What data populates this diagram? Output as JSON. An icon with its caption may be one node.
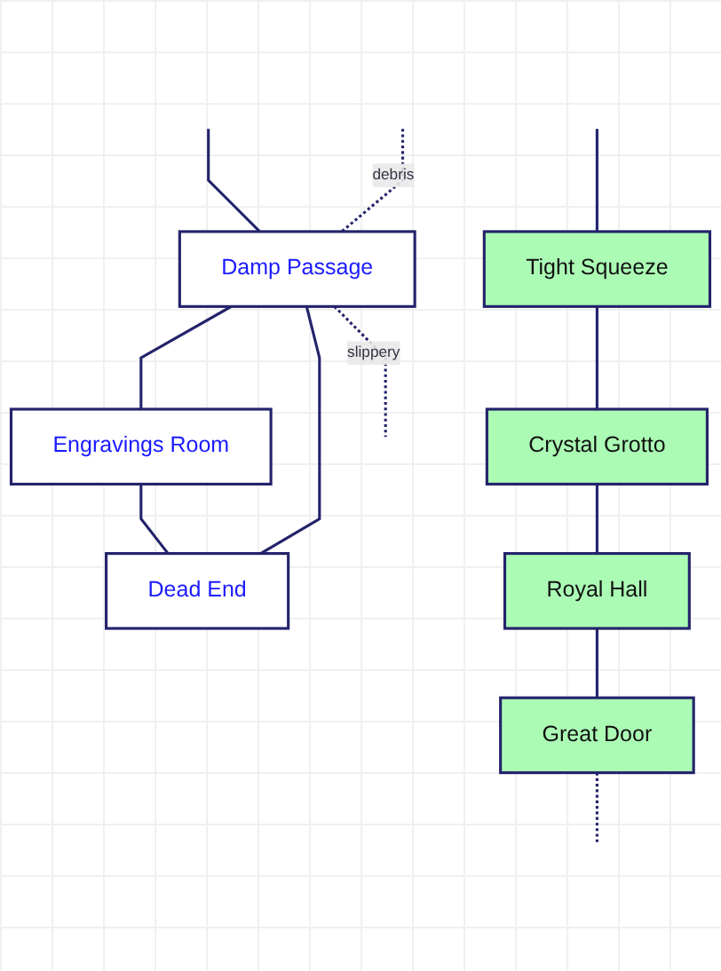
{
  "diagram": {
    "nodes": [
      {
        "text": [
          "Engravings Room"
        ]
      },
      {
        "text": [
          "Damp Passage"
        ]
      },
      {
        "text": [
          "Dead End"
        ]
      },
      {
        "text": [
          "Tight Squeeze"
        ]
      },
      {
        "text": [
          "Crystal Grotto"
        ]
      },
      {
        "text": [
          "Royal Hall"
        ]
      },
      {
        "text": [
          "Great Door"
        ]
      }
    ],
    "edges": [
      {
        "from": 1,
        "to": 0,
        "arrow": "none"
      },
      {
        "from": 0,
        "to": 2,
        "arrow": "none"
      },
      {
        "from": 1,
        "to": 2,
        "arrow": "none"
      },
      {
        "from": null,
        "to": 1,
        "arrow": "none"
      },
      {
        "from": null,
        "to": 1,
        "arrow": "none",
        "style": "dashed",
        "label": "debris"
      },
      {
        "from": 1,
        "to": null,
        "arrow": "none",
        "style": "dashed",
        "label": "slippery"
      },
      {
        "from": null,
        "to": 3,
        "arrow": "none"
      },
      {
        "from": 3,
        "to": 4,
        "arrow": "none"
      },
      {
        "from": 4,
        "to": 5,
        "arrow": "none"
      },
      {
        "from": 5,
        "to": 6,
        "arrow": "none"
      },
      {
        "from": 6,
        "to": null,
        "arrow": "none",
        "style": "dashed"
      }
    ]
  }
}
